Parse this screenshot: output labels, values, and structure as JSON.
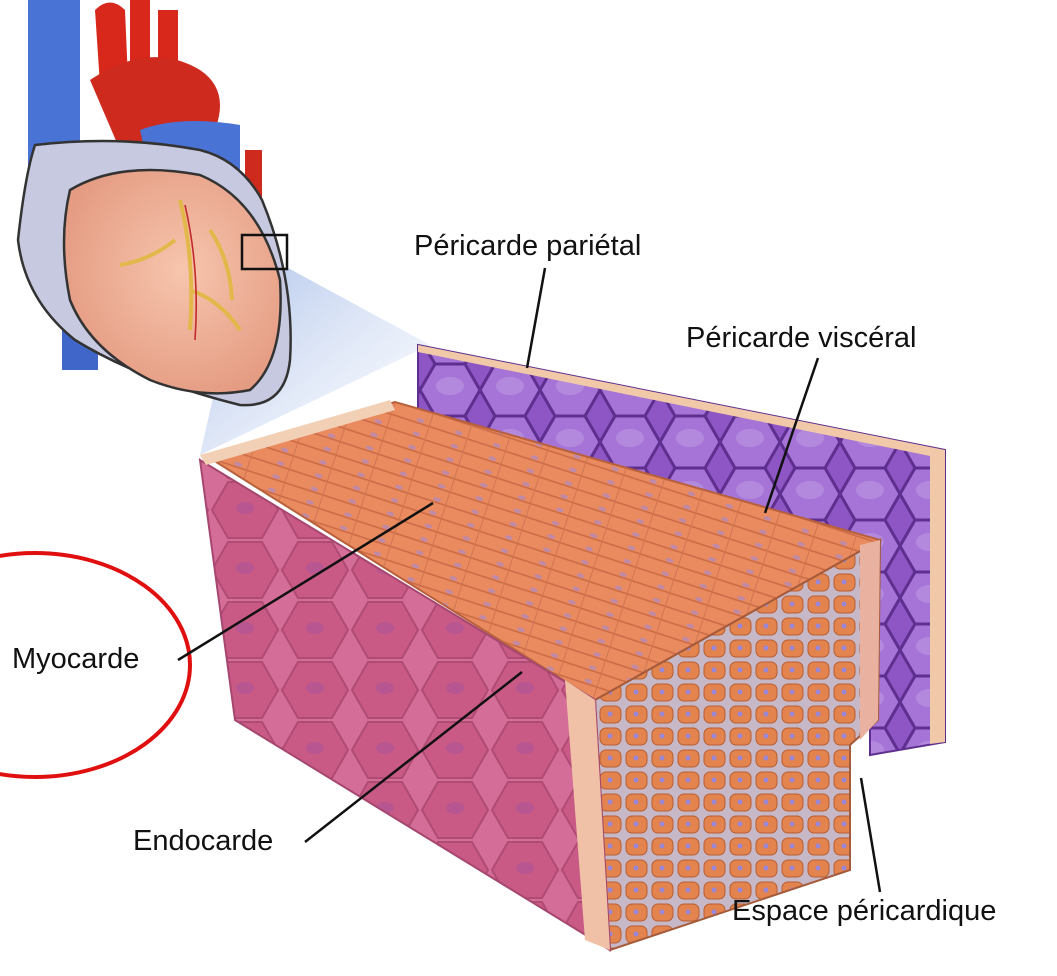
{
  "labels": {
    "pericarde_parietal": "Péricarde pariétal",
    "pericarde_visceral": "Péricarde viscéral",
    "myocarde": "Myocarde",
    "endocarde": "Endocarde",
    "espace_pericardique": "Espace péricardique"
  },
  "colors": {
    "highlight_ellipse": "#e01010",
    "parietal_layer": "#8e55c4",
    "myocardium": "#e98a5f",
    "endocardium": "#c95a86",
    "vein": "#4a73d6",
    "artery": "#d8281c",
    "heart_muscle": "#f2b49a",
    "leader_line": "#111111"
  }
}
